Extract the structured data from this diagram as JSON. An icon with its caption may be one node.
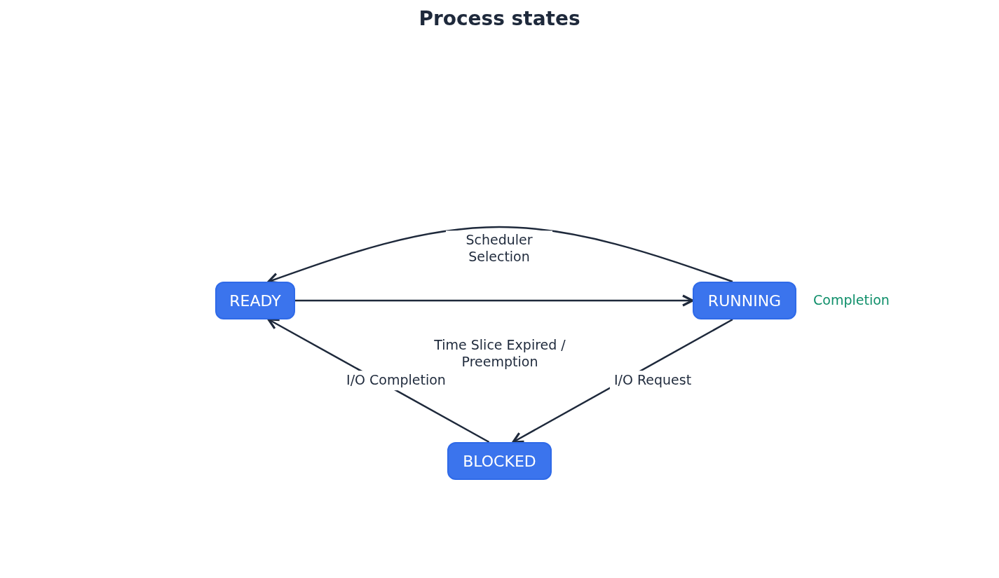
{
  "diagram": {
    "title": "Process states",
    "nodes": [
      {
        "text": [
          "READY"
        ]
      },
      {
        "text": [
          "RUNNING"
        ],
        "beside": [
          "Completion"
        ]
      },
      {
        "text": [
          "BLOCKED"
        ]
      }
    ],
    "edges": [
      {
        "from": 1,
        "to": 0,
        "arrow": "to",
        "label": "Scheduler Selection"
      },
      {
        "from": 0,
        "to": 1,
        "arrow": "to",
        "label": "Time Slice Expired / Preemption"
      },
      {
        "from": 1,
        "to": 2,
        "arrow": "to",
        "label": "I/O Request"
      },
      {
        "from": 2,
        "to": 0,
        "arrow": "to",
        "label": "I/O Completion"
      }
    ]
  }
}
